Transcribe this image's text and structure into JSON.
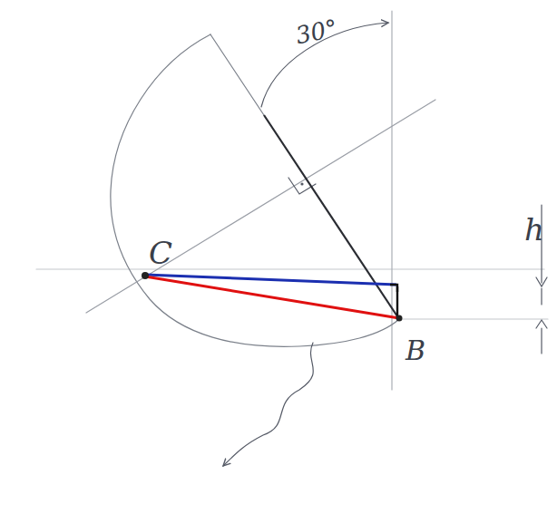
{
  "diagram": {
    "labels": [
      "30°",
      "C",
      "B",
      "h"
    ]
  }
}
